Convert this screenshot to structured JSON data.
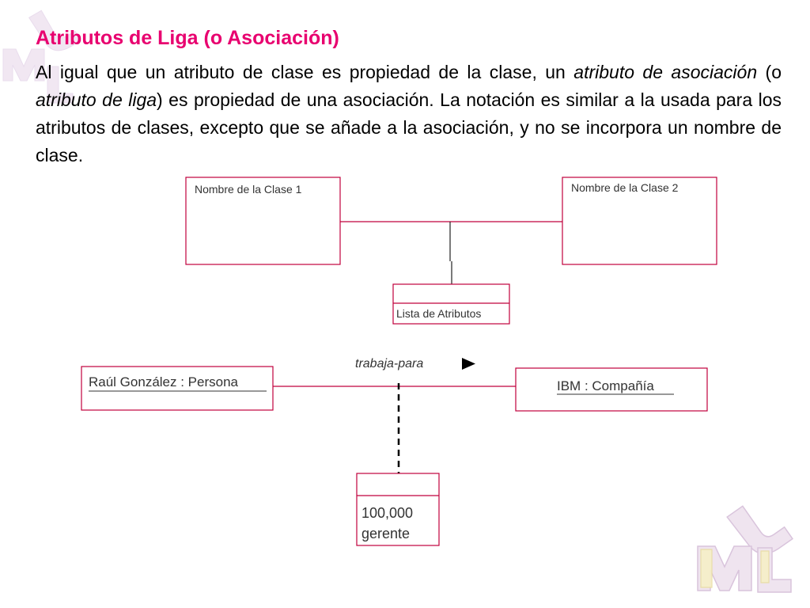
{
  "slide": {
    "title": "Atributos de Liga (o Asociación)",
    "body": {
      "part1": "Al igual que un atributo de clase es propiedad de la clase, un ",
      "italic1": "atributo de asociación",
      "part2": " (o ",
      "italic2": "atributo de liga",
      "part3": ") es propiedad de una asociación. La notación es similar a la usada para los atributos de clases, excepto que se añade a la asociación, y no se incorpora un nombre de clase."
    }
  },
  "class_diagram": {
    "class1_name": "Nombre de la Clase 1",
    "class2_name": "Nombre de la Clase 2",
    "attribute_box_label": "Lista de Atributos"
  },
  "object_diagram": {
    "object1_name": "Raúl González : Persona",
    "object2_name": "IBM : Compañía",
    "association_name": "trabaja-para",
    "link_attributes": [
      "100,000",
      "gerente"
    ]
  },
  "colors": {
    "title": "#e8006f",
    "box_border": "#c0003c",
    "line": "#c0003c",
    "logo": "#e6d8ea"
  },
  "logo": {
    "letters": [
      "U",
      "M",
      "L"
    ]
  }
}
